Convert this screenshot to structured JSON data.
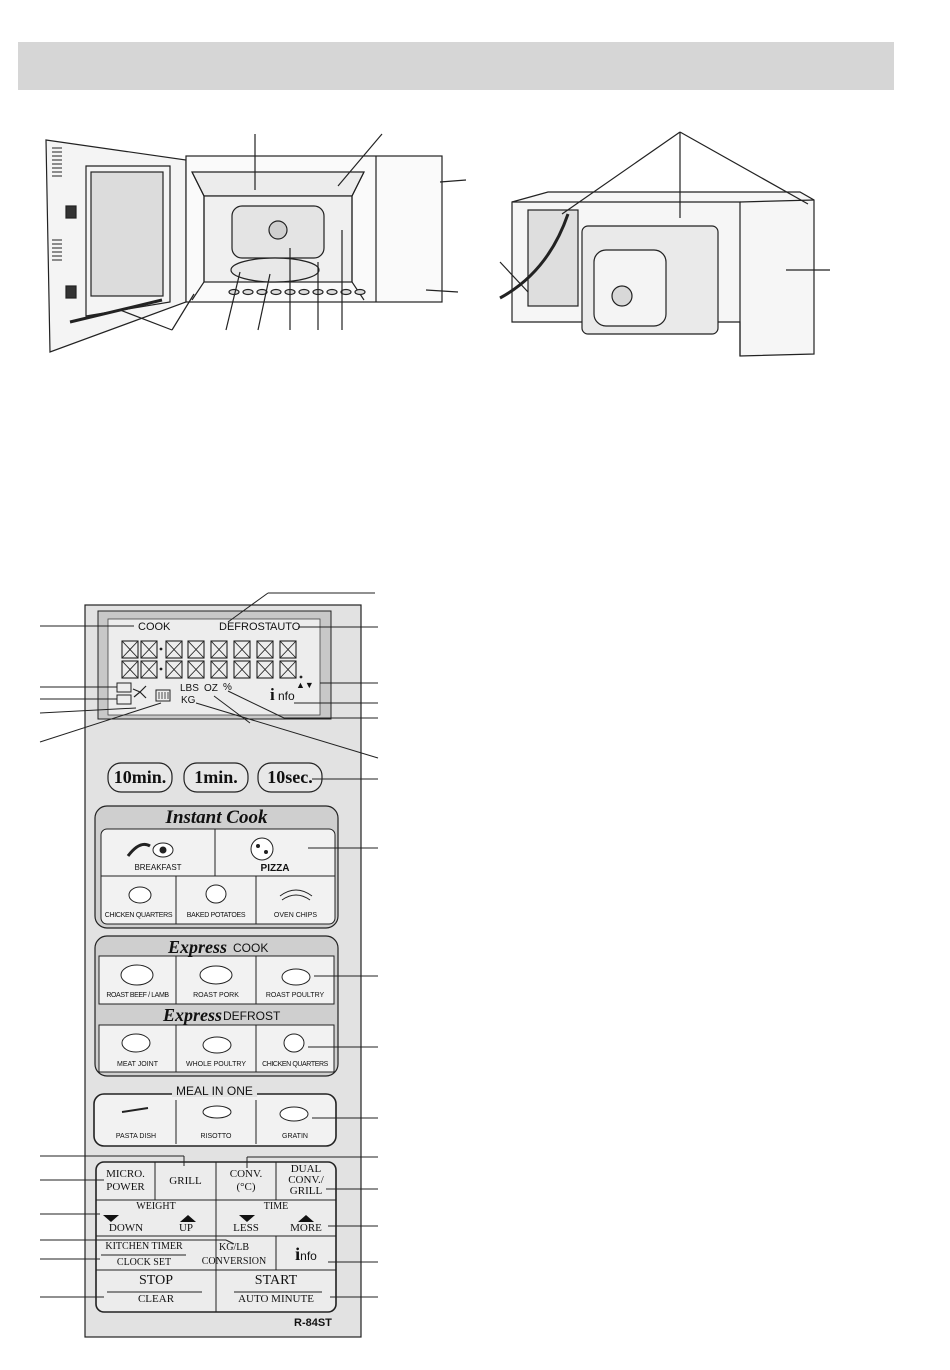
{
  "display": {
    "cook": "COOK",
    "defrost": "DEFROST",
    "auto": "AUTO",
    "lbs": "LBS",
    "oz": "OZ",
    "kg": "KG",
    "percent": "%",
    "info_i": "i",
    "info_rest": "nfo",
    "arrows": "▲▼"
  },
  "quick_buttons": [
    "10min.",
    "1min.",
    "10sec."
  ],
  "instant_cook": {
    "title": "Instant Cook",
    "items": [
      "BREAKFAST",
      "PIZZA",
      "CHICKEN QUARTERS",
      "BAKED POTATOES",
      "OVEN CHIPS"
    ]
  },
  "express_cook": {
    "title_script": "Express",
    "title": "COOK",
    "items": [
      "ROAST BEEF / LAMB",
      "ROAST PORK",
      "ROAST POULTRY"
    ]
  },
  "express_defrost": {
    "title_script": "Express",
    "title": "DEFROST",
    "items": [
      "MEAT JOINT",
      "WHOLE POULTRY",
      "CHICKEN QUARTERS"
    ]
  },
  "meal_in_one": {
    "title": "MEAL IN ONE",
    "items": [
      "PASTA DISH",
      "RISOTTO",
      "GRATIN"
    ]
  },
  "controls": {
    "micro_power": [
      "MICRO.",
      "POWER"
    ],
    "grill": "GRILL",
    "conv": [
      "CONV.",
      "(°C)"
    ],
    "dual": [
      "DUAL",
      "CONV./",
      "GRILL"
    ],
    "weight": "WEIGHT",
    "time": "TIME",
    "down": "DOWN",
    "up": "UP",
    "less": "LESS",
    "more": "MORE",
    "kitchen_timer": "KITCHEN TIMER",
    "clock_set": "CLOCK SET",
    "kg_lb": [
      "KG/LB",
      "CONVERSION"
    ],
    "info_i": "i",
    "info_rest": "nfo",
    "stop": "STOP",
    "clear": "CLEAR",
    "start": "START",
    "auto_minute": "AUTO MINUTE"
  },
  "model": "R-84ST"
}
